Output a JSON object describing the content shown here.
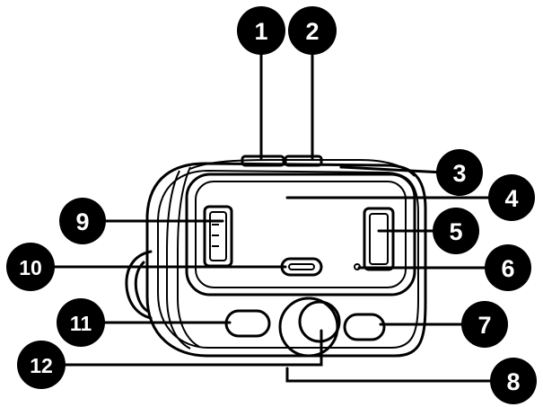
{
  "callouts": [
    {
      "id": "1",
      "label": "1"
    },
    {
      "id": "2",
      "label": "2"
    },
    {
      "id": "3",
      "label": "3"
    },
    {
      "id": "4",
      "label": "4"
    },
    {
      "id": "5",
      "label": "5"
    },
    {
      "id": "6",
      "label": "6"
    },
    {
      "id": "7",
      "label": "7"
    },
    {
      "id": "8",
      "label": "8"
    },
    {
      "id": "9",
      "label": "9"
    },
    {
      "id": "10",
      "label": "10"
    },
    {
      "id": "11",
      "label": "11"
    },
    {
      "id": "12",
      "label": "12"
    }
  ],
  "colors": {
    "ink": "#000000",
    "background": "#ffffff",
    "badge_text": "#ffffff"
  }
}
